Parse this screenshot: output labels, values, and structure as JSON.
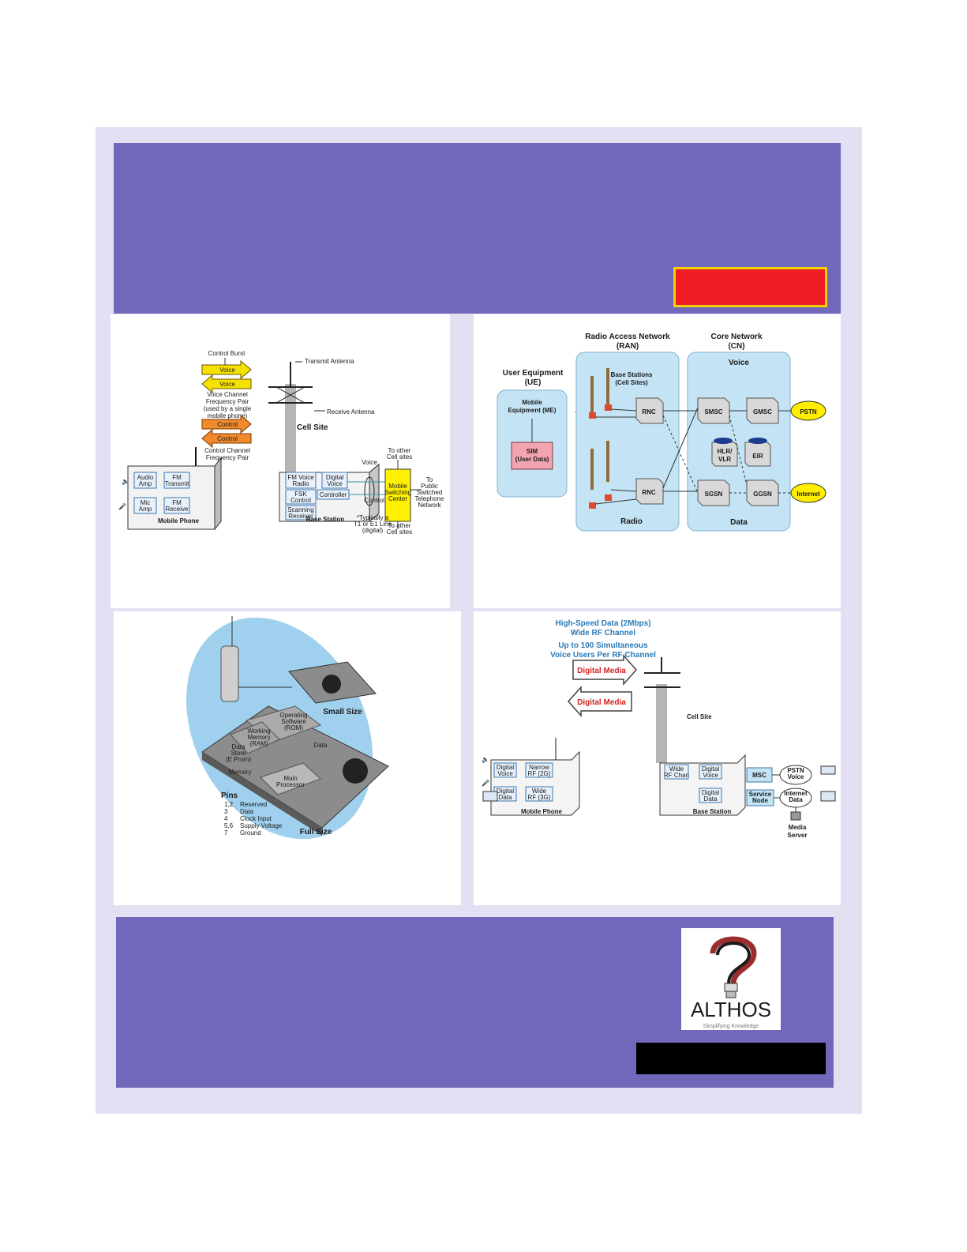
{
  "colors": {
    "band": "#7168bb",
    "frame": "#e3e0f3",
    "accent_red": "#ee1c25",
    "accent_yellow": "#f4d400"
  },
  "fig1": {
    "control_burst": "Control Burst",
    "voice1": "Voice",
    "voice2": "Voice",
    "voice_pair": [
      "Voice Channel",
      "Frequency Pair",
      "(used by a single",
      "mobile phone)"
    ],
    "control1": "Control",
    "control2": "Control",
    "control_pair": [
      "Control Channel",
      "Frequency Pair"
    ],
    "transmit_antenna": "Transmit Antenna",
    "receive_antenna": "Receive Antenna",
    "cell_site": "Cell Site",
    "audio_amp": [
      "Audio",
      "Amp"
    ],
    "fm_transmit": [
      "FM",
      "Transmit"
    ],
    "mic_amp": [
      "Mic",
      "Amp"
    ],
    "fm_receive": [
      "FM",
      "Receive"
    ],
    "mobile_phone": "Mobile Phone",
    "fm_voice_radio": [
      "FM Voice",
      "Radio"
    ],
    "digital_voice": [
      "Digital",
      "Voice"
    ],
    "fsk_control": [
      "FSK",
      "Control"
    ],
    "controller": "Controller",
    "scanning_receiver": [
      "Scanning",
      "Receiver"
    ],
    "base_station": "Base Station",
    "voice_line": "Voice",
    "control_line": "Control",
    "msc": [
      "Mobile",
      "Switching",
      "Center"
    ],
    "to_other_top": [
      "To other",
      "Cell sites"
    ],
    "to_pstn": [
      "To",
      "Public",
      "Switched",
      "Telephone",
      "Network"
    ],
    "typically": [
      "*Typically a",
      "T1 or E1 Line",
      "(digital)"
    ],
    "to_other_bottom": [
      "To other",
      "Cell sites"
    ]
  },
  "fig2": {
    "ran_title": [
      "Radio Access Network",
      "(RAN)"
    ],
    "cn_title": [
      "Core Network",
      "(CN)"
    ],
    "ue_title": [
      "User Equipment",
      "(UE)"
    ],
    "me": [
      "Mobile",
      "Equipment (ME)"
    ],
    "sim": [
      "SIM",
      "(User Data)"
    ],
    "base_stations": [
      "Base Stations",
      "(Cell Sites)"
    ],
    "rnc": "RNC",
    "voice": "Voice",
    "data": "Data",
    "radio": "Radio",
    "smsc": "SMSC",
    "gmsc": "GMSC",
    "hlr": [
      "HLR/",
      "VLR"
    ],
    "eir": "EIR",
    "sgsn": "SGSN",
    "ggsn": "GGSN",
    "pstn": "PSTN",
    "internet": "Internet"
  },
  "fig3": {
    "small_size": "Small Size",
    "operating_software": [
      "Operating",
      "Software",
      "(ROM)"
    ],
    "working_memory": [
      "Working",
      "Memory",
      "(RAM)"
    ],
    "data_store": [
      "Data",
      "Store",
      "(E Prom)"
    ],
    "memory": "Memory",
    "data_label": "Data",
    "main_processor": [
      "Main",
      "Processor"
    ],
    "pins_title": "Pins",
    "pins": [
      [
        "1,2",
        "Reserved"
      ],
      [
        "3",
        "Data"
      ],
      [
        "4",
        "Clock Input"
      ],
      [
        "5,6",
        "Supply Voltage"
      ],
      [
        "7",
        "Ground"
      ]
    ],
    "full_size": "Full Size"
  },
  "fig4": {
    "hs_data": [
      "High-Speed Data (2Mbps)",
      "Wide RF Channel"
    ],
    "up_to": [
      "Up to 100 Simultaneous",
      "Voice Users Per RF Channel"
    ],
    "digital_media_1": "Digital Media",
    "digital_media_2": "Digital Media",
    "cell_site": "Cell Site",
    "digital_voice": [
      "Digital",
      "Voice"
    ],
    "narrow_rf": [
      "Narrow",
      "RF (2G)"
    ],
    "digital_data": [
      "Digital",
      "Data"
    ],
    "wide_rf": [
      "Wide",
      "RF (3G)"
    ],
    "mobile_phone": "Mobile Phone",
    "wide_rf_chan": [
      "Wide",
      "RF Chan"
    ],
    "bs_digital_voice": [
      "Digital",
      "Voice"
    ],
    "bs_digital_data": [
      "Digital",
      "Data"
    ],
    "base_station": "Base Station",
    "msc": "MSC",
    "service_node": [
      "Service",
      "Node"
    ],
    "pstn_voice": [
      "PSTN",
      "Voice"
    ],
    "internet_data": [
      "Internet",
      "Data"
    ],
    "media_server": [
      "Media",
      "Server"
    ]
  },
  "logo": {
    "name": "ALTHOS",
    "tagline": "Simplifying Knowledge"
  }
}
